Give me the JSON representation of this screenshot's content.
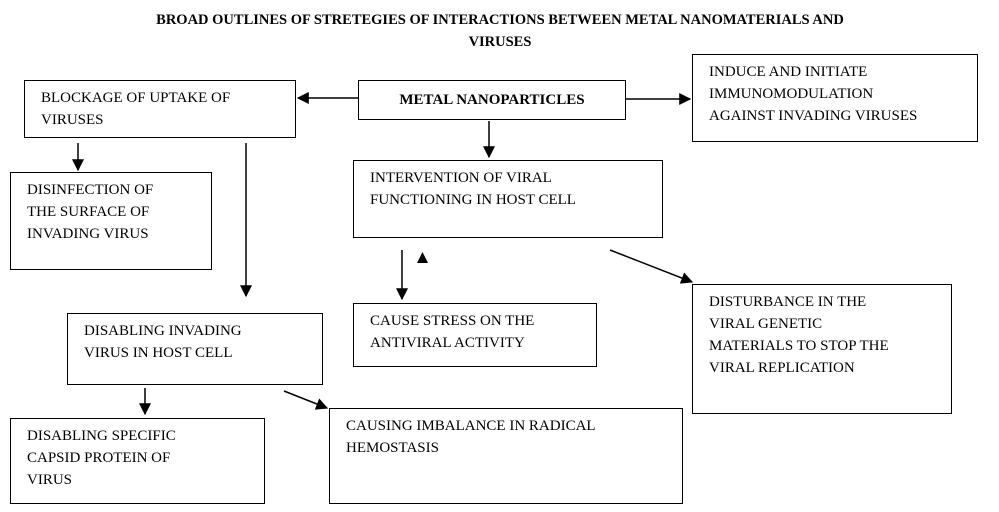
{
  "title": "BROAD OUTLINES OF STRETEGIES OF INTERACTIONS BETWEEN METAL NANOMATERIALS AND\nVIRUSES",
  "nodes": {
    "metal_nanoparticles": "METAL NANOPARTICLES",
    "blockage_uptake": "BLOCKAGE OF UPTAKE OF\nVIRUSES",
    "immunomodulation": "INDUCE AND INITIATE\nIMMUNOMODULATION\nAGAINST INVADING VIRUSES",
    "disinfection": "DISINFECTION OF\nTHE SURFACE OF\nINVADING VIRUS",
    "intervention": "INTERVENTION OF VIRAL\nFUNCTIONING IN HOST CELL",
    "disabling_host": "DISABLING INVADING\nVIRUS IN HOST CELL",
    "stress_antiviral": "CAUSE STRESS ON THE\nANTIVIRAL ACTIVITY",
    "genetic_disturbance": "DISTURBANCE IN THE\nVIRAL GENETIC\nMATERIALS TO STOP THE\nVIRAL REPLICATION",
    "capsid_protein": "DISABLING SPECIFIC\nCAPSID PROTEIN OF\nVIRUS",
    "radical_imbalance": "CAUSING IMBALANCE IN RADICAL\nHEMOSTASIS"
  }
}
